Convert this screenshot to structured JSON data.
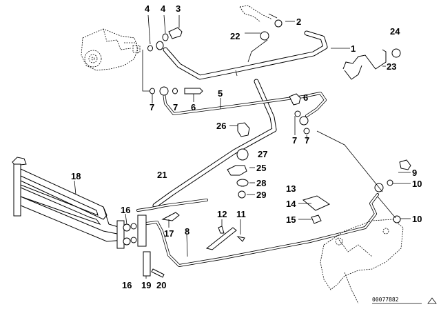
{
  "diagram": {
    "title": "Power steering lines / oil cooler parts diagram",
    "drawing_number": "00077882",
    "callouts": [
      {
        "id": "c1",
        "label": "1"
      },
      {
        "id": "c2",
        "label": "2"
      },
      {
        "id": "c3",
        "label": "3"
      },
      {
        "id": "c4a",
        "label": "4"
      },
      {
        "id": "c4b",
        "label": "4"
      },
      {
        "id": "c5",
        "label": "5"
      },
      {
        "id": "c6a",
        "label": "6"
      },
      {
        "id": "c6b",
        "label": "6"
      },
      {
        "id": "c7a",
        "label": "7"
      },
      {
        "id": "c7b",
        "label": "7"
      },
      {
        "id": "c7c",
        "label": "7"
      },
      {
        "id": "c7d",
        "label": "7"
      },
      {
        "id": "c8",
        "label": "8"
      },
      {
        "id": "c9",
        "label": "9"
      },
      {
        "id": "c10a",
        "label": "10"
      },
      {
        "id": "c10b",
        "label": "10"
      },
      {
        "id": "c11",
        "label": "11"
      },
      {
        "id": "c12",
        "label": "12"
      },
      {
        "id": "c13",
        "label": "13"
      },
      {
        "id": "c14",
        "label": "14"
      },
      {
        "id": "c15",
        "label": "15"
      },
      {
        "id": "c16a",
        "label": "16"
      },
      {
        "id": "c16b",
        "label": "16"
      },
      {
        "id": "c17",
        "label": "17"
      },
      {
        "id": "c18",
        "label": "18"
      },
      {
        "id": "c19",
        "label": "19"
      },
      {
        "id": "c20",
        "label": "20"
      },
      {
        "id": "c21",
        "label": "21"
      },
      {
        "id": "c22",
        "label": "22"
      },
      {
        "id": "c23",
        "label": "23"
      },
      {
        "id": "c24",
        "label": "24"
      },
      {
        "id": "c25",
        "label": "25"
      },
      {
        "id": "c26",
        "label": "26"
      },
      {
        "id": "c27",
        "label": "27"
      },
      {
        "id": "c28",
        "label": "28"
      },
      {
        "id": "c29",
        "label": "29"
      }
    ],
    "parts": [
      {
        "name": "power-steering-pump"
      },
      {
        "name": "steering-gear"
      },
      {
        "name": "oil-cooler"
      },
      {
        "name": "return-hose"
      },
      {
        "name": "pressure-hose"
      },
      {
        "name": "cooler-line"
      },
      {
        "name": "bracket-clip"
      }
    ]
  }
}
